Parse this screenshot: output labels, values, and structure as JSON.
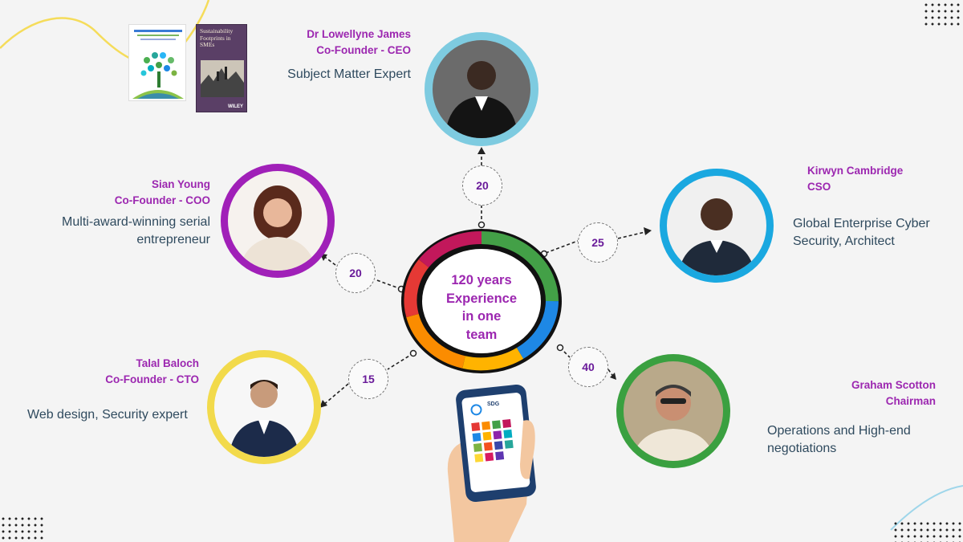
{
  "center": {
    "line1": "120 years",
    "line2": "Experience",
    "line3": "in one",
    "line4": "team"
  },
  "people": {
    "ceo": {
      "name": "Dr Lowellyne James",
      "role": "Co-Founder - CEO",
      "desc": "Subject Matter Expert",
      "years": "20",
      "ring_color": "#7ecbe0"
    },
    "coo": {
      "name": "Sian Young",
      "role": "Co-Founder - COO",
      "desc_line1": "Multi-award-winning serial",
      "desc_line2": "entrepreneur",
      "years": "20",
      "ring_color": "#a020b8"
    },
    "cso": {
      "name": "Kirwyn Cambridge",
      "role": "CSO",
      "desc_line1": "Global Enterprise Cyber",
      "desc_line2": "Security, Architect",
      "years": "25",
      "ring_color": "#1aa8e0"
    },
    "cto": {
      "name": "Talal Baloch",
      "role": "Co-Founder - CTO",
      "desc": "Web design, Security expert",
      "years": "15",
      "ring_color": "#f2da4b"
    },
    "chairman": {
      "name": "Graham Scotton",
      "role": "Chairman",
      "desc_line1": "Operations and High-end",
      "desc_line2": "negotiations",
      "years": "40",
      "ring_color": "#3aa040"
    }
  },
  "books": {
    "book2_title": "Sustainability Footprints in SMEs",
    "book2_publisher": "WILEY"
  },
  "phone": {
    "logo_text": "SDG"
  }
}
